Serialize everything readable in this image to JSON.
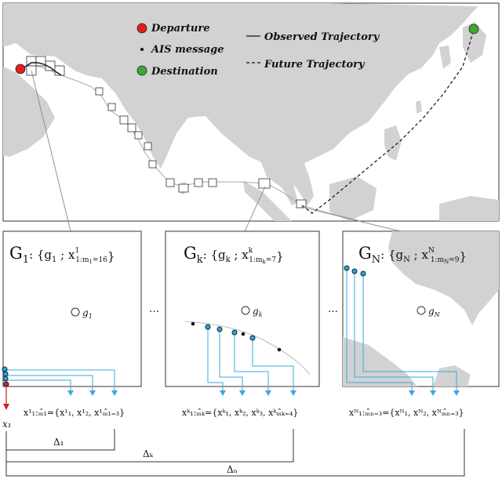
{
  "legend": {
    "departure": "Departure",
    "ais": "AIS message",
    "destination": "Destination",
    "observed": "Observed Trajectory",
    "future": "Future Trajectory"
  },
  "colors": {
    "departure": "#e01e1e",
    "destination": "#3fa535",
    "land": "#d0d0d0",
    "ais_blue": "#2aa6d6",
    "arrow_blue": "#3aa8de",
    "red_arrow": "#d22020"
  },
  "panels": [
    {
      "g": "G",
      "g_sub": "1",
      "set_open": ": {g",
      "set_sub": "1",
      "set_mid": " ; x",
      "x_sup": "1",
      "x_sub": "1:m",
      "x_sub2": "1",
      "count": "=16",
      "close": "}",
      "cell_label": "g",
      "cell_sub": "1",
      "formula": "x¹₁:ₘ̂₁={x¹₁, x¹₂, x¹ₘ̂₁₌₃}"
    },
    {
      "g": "G",
      "g_sub": "k",
      "set_open": ": {g",
      "set_sub": "k",
      "set_mid": " ; x",
      "x_sup": "k",
      "x_sub": "1:m",
      "x_sub2": "k",
      "count": "=7",
      "close": "}",
      "cell_label": "g",
      "cell_sub": "k",
      "formula": "xᵏ₁:ₘ̂ₖ={xᵏ₁, xᵏ₂, xᵏ₃, xᵏₘ̂ₖ₌₄}"
    },
    {
      "g": "G",
      "g_sub": "N",
      "set_open": ": {g",
      "set_sub": "N",
      "set_mid": " ; x",
      "x_sup": "N",
      "x_sub": "1:m",
      "x_sub2": "N",
      "count": "=9",
      "close": "}",
      "cell_label": "g",
      "cell_sub": "N",
      "formula": "xᴺ₁:ₘ̂ₙ₌₃={xᴺ₁, xᴺ₂, xᴺₘ̂ₙ₌₃}"
    }
  ],
  "ellipsis": "…",
  "x1": "x₁",
  "deltas": [
    "Δ₁",
    "Δₖ",
    "Δₙ"
  ]
}
